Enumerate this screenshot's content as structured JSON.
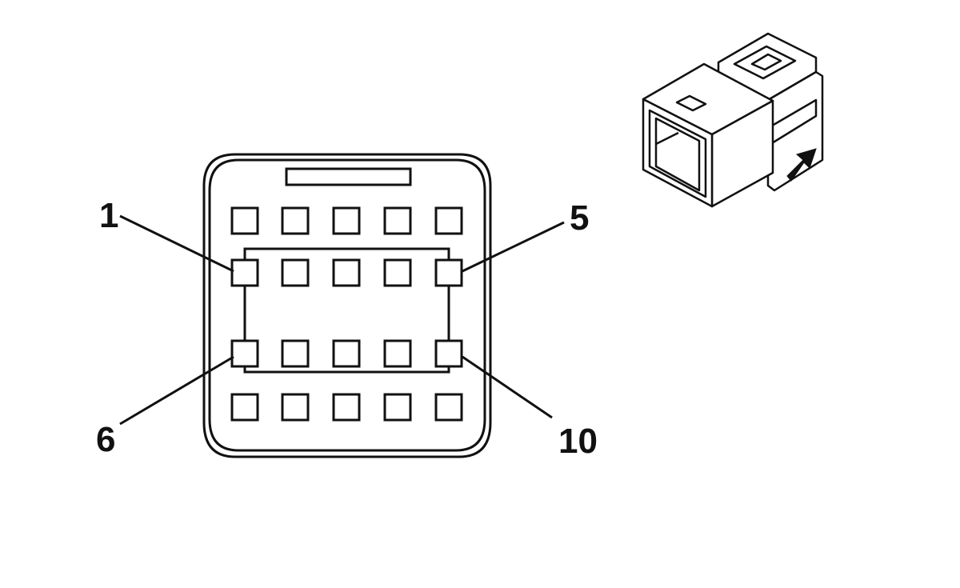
{
  "diagram": {
    "pin_labels": [
      {
        "id": "pin1",
        "text": "1"
      },
      {
        "id": "pin5",
        "text": "5"
      },
      {
        "id": "pin6",
        "text": "6"
      },
      {
        "id": "pin10",
        "text": "10"
      }
    ],
    "icons": {
      "connector_face": "connector-face-icon",
      "connector_3d": "connector-3d-view-icon",
      "direction_arrow": "direction-arrow-icon"
    },
    "colors": {
      "stroke": "#111111",
      "background": "#ffffff"
    }
  }
}
